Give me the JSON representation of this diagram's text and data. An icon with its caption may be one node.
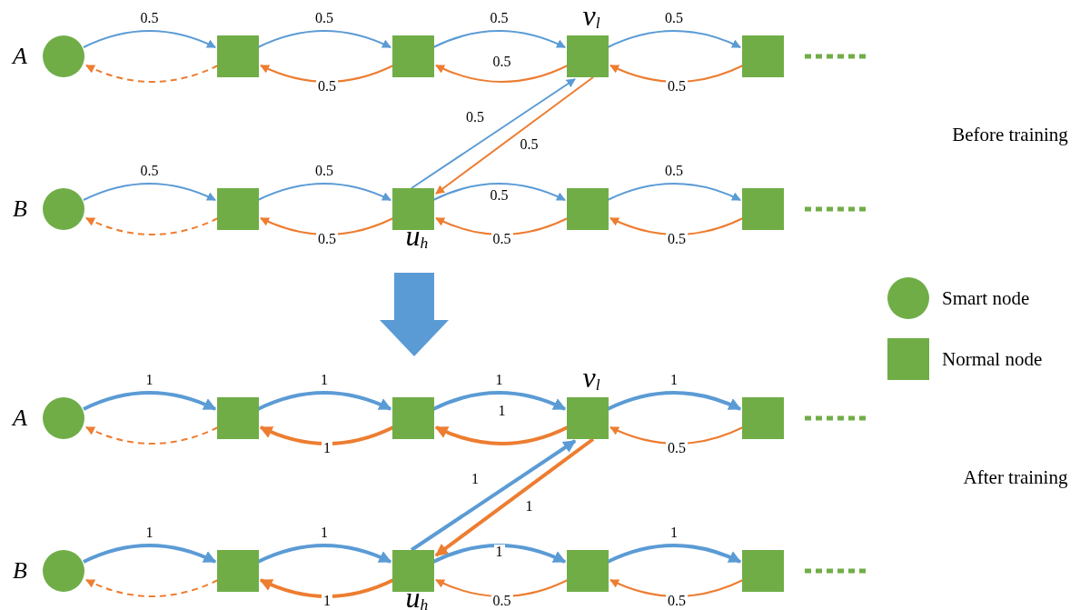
{
  "diagram": {
    "nodes": [
      {
        "text": [],
        "shape": "circle"
      },
      {
        "text": [],
        "shape": "box"
      },
      {
        "text": [],
        "shape": "box"
      },
      {
        "text": [],
        "shape": "box",
        "beside": [
          "v$_{l}$"
        ]
      },
      {
        "text": [],
        "shape": "box"
      },
      {
        "text": [],
        "shape": "circle"
      },
      {
        "text": [],
        "shape": "box"
      },
      {
        "text": [],
        "shape": "box",
        "beside": [
          "u$_{h}$"
        ]
      },
      {
        "text": [],
        "shape": "box"
      },
      {
        "text": [],
        "shape": "box"
      },
      {
        "text": [],
        "shape": "circle"
      },
      {
        "text": [],
        "shape": "box"
      },
      {
        "text": [],
        "shape": "box"
      },
      {
        "text": [],
        "shape": "box",
        "beside": [
          "v$_{l}$"
        ]
      },
      {
        "text": [],
        "shape": "box"
      },
      {
        "text": [],
        "shape": "circle"
      },
      {
        "text": [],
        "shape": "box"
      },
      {
        "text": [],
        "shape": "box",
        "beside": [
          "u$_{h}$"
        ]
      },
      {
        "text": [],
        "shape": "box"
      },
      {
        "text": [],
        "shape": "box"
      }
    ],
    "edges": [
      {
        "from": 0,
        "to": 1,
        "arrow": "to",
        "label": "0.5"
      },
      {
        "from": 1,
        "to": 0,
        "arrow": "to",
        "style": "dashed",
        "color": "#ed7d31"
      },
      {
        "from": 1,
        "to": 2,
        "arrow": "to",
        "label": "0.5"
      },
      {
        "from": 2,
        "to": 1,
        "arrow": "to",
        "label": "0.5",
        "color": "#ed7d31"
      },
      {
        "from": 2,
        "to": 3,
        "arrow": "to",
        "label": "0.5"
      },
      {
        "from": 3,
        "to": 2,
        "arrow": "to",
        "label": "0.5",
        "color": "#ed7d31"
      },
      {
        "from": 3,
        "to": 4,
        "arrow": "to",
        "label": "0.5"
      },
      {
        "from": 4,
        "to": 3,
        "arrow": "to",
        "label": "0.5",
        "color": "#ed7d31"
      },
      {
        "from": 7,
        "to": 3,
        "arrow": "to",
        "label": "0.5"
      },
      {
        "from": 3,
        "to": 7,
        "arrow": "to",
        "label": "0.5",
        "color": "#ed7d31"
      },
      {
        "from": 5,
        "to": 6,
        "arrow": "to",
        "label": "0.5"
      },
      {
        "from": 6,
        "to": 5,
        "arrow": "to",
        "style": "dashed",
        "color": "#ed7d31"
      },
      {
        "from": 6,
        "to": 7,
        "arrow": "to",
        "label": "0.5"
      },
      {
        "from": 7,
        "to": 6,
        "arrow": "to",
        "label": "0.5",
        "color": "#ed7d31"
      },
      {
        "from": 7,
        "to": 8,
        "arrow": "to",
        "label": "0.5"
      },
      {
        "from": 8,
        "to": 7,
        "arrow": "to",
        "label": "0.5",
        "color": "#ed7d31"
      },
      {
        "from": 8,
        "to": 9,
        "arrow": "to",
        "label": "0.5"
      },
      {
        "from": 9,
        "to": 8,
        "arrow": "to",
        "label": "0.5",
        "color": "#ed7d31"
      },
      {
        "from": 10,
        "to": 11,
        "arrow": "to",
        "label": "1",
        "style": "thick"
      },
      {
        "from": 11,
        "to": 10,
        "arrow": "to",
        "style": "dashed",
        "color": "#ed7d31"
      },
      {
        "from": 11,
        "to": 12,
        "arrow": "to",
        "label": "1",
        "style": "thick"
      },
      {
        "from": 12,
        "to": 11,
        "arrow": "to",
        "label": "1",
        "style": "thick",
        "color": "#ed7d31"
      },
      {
        "from": 12,
        "to": 13,
        "arrow": "to",
        "label": "1",
        "style": "thick"
      },
      {
        "from": 13,
        "to": 12,
        "arrow": "to",
        "label": "1",
        "style": "thick",
        "color": "#ed7d31"
      },
      {
        "from": 13,
        "to": 14,
        "arrow": "to",
        "label": "1",
        "style": "thick"
      },
      {
        "from": 14,
        "to": 13,
        "arrow": "to",
        "label": "0.5",
        "color": "#ed7d31"
      },
      {
        "from": 17,
        "to": 13,
        "arrow": "to",
        "label": "1",
        "style": "thick"
      },
      {
        "from": 13,
        "to": 17,
        "arrow": "to",
        "label": "1",
        "style": "thick",
        "color": "#ed7d31"
      },
      {
        "from": 15,
        "to": 16,
        "arrow": "to",
        "label": "1",
        "style": "thick"
      },
      {
        "from": 16,
        "to": 15,
        "arrow": "to",
        "style": "dashed",
        "color": "#ed7d31"
      },
      {
        "from": 16,
        "to": 17,
        "arrow": "to",
        "label": "1",
        "style": "thick"
      },
      {
        "from": 17,
        "to": 16,
        "arrow": "to",
        "label": "1",
        "style": "thick",
        "color": "#ed7d31"
      },
      {
        "from": 17,
        "to": 18,
        "arrow": "to",
        "label": "1",
        "style": "thick"
      },
      {
        "from": 18,
        "to": 17,
        "arrow": "to",
        "label": "0.5",
        "color": "#ed7d31"
      },
      {
        "from": 18,
        "to": 19,
        "arrow": "to",
        "label": "1",
        "style": "thick"
      },
      {
        "from": 19,
        "to": 18,
        "arrow": "to",
        "label": "0.5",
        "color": "#ed7d31"
      }
    ],
    "labels": [
      "A",
      "Before training",
      "B",
      "A",
      "After training",
      "B"
    ],
    "legend": [
      {
        "text": "Smart node"
      },
      {
        "text": "Normal node"
      }
    ]
  }
}
